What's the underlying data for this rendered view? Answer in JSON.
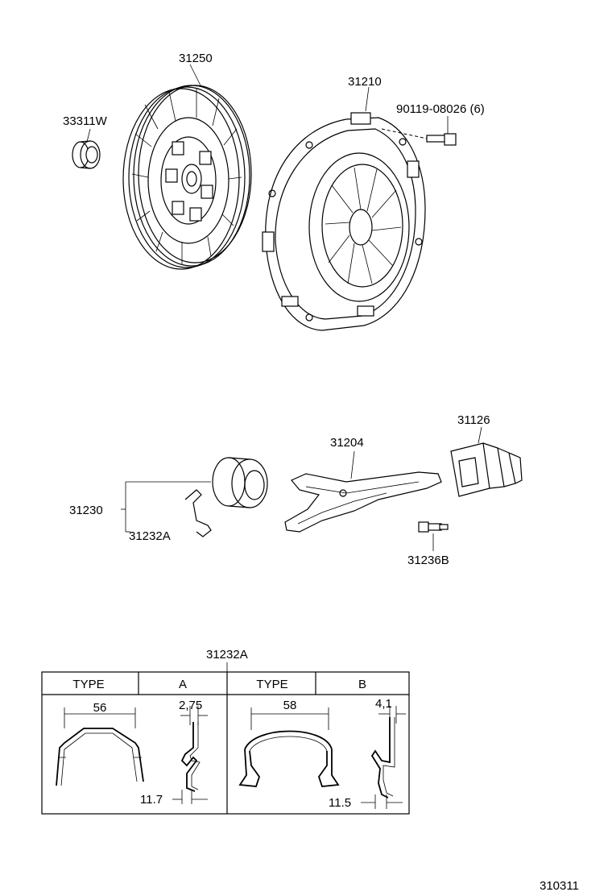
{
  "parts": {
    "disc": "31250",
    "pilot_bearing": "33311W",
    "cover": "31210",
    "cover_bolt": "90119-08026 (6)",
    "boot": "31126",
    "release_fork": "31204",
    "release_bearing": "31230",
    "clip": "31232A",
    "fork_bolt": "31236B"
  },
  "table": {
    "title": "31232A",
    "header_type_left": "TYPE",
    "header_a": "A",
    "header_type_right": "TYPE",
    "header_b": "B",
    "dim_a_width": "56",
    "dim_a_thickness": "2,75",
    "dim_a_height": "11.7",
    "dim_b_width": "58",
    "dim_b_thickness": "4,1",
    "dim_b_height": "11.5"
  },
  "diagram_code": "310311"
}
